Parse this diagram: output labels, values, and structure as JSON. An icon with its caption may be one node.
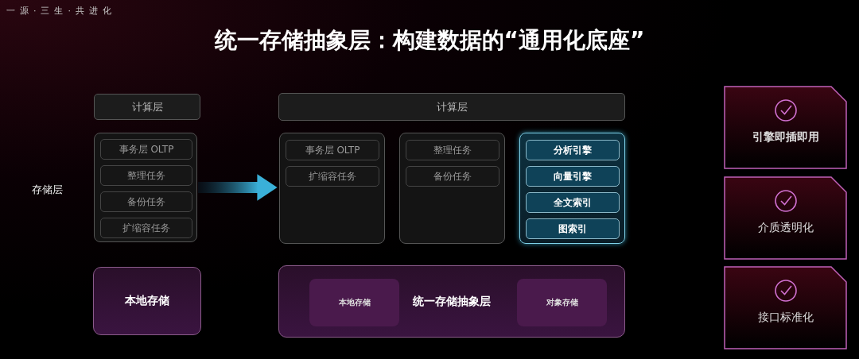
{
  "diagram": {
    "title": "统一存储抽象层：构建数据的“通用化底座”",
    "nodes": [
      {
        "text": [
          "计算层"
        ]
      },
      {
        "text": [],
        "shape": "box"
      },
      {
        "text": [
          "事务层 OLTP"
        ],
        "in": 1
      },
      {
        "text": [
          "整理任务"
        ],
        "in": 1
      },
      {
        "text": [
          "备份任务"
        ],
        "in": 1
      },
      {
        "text": [
          "扩缩容任务"
        ],
        "in": 1
      },
      {
        "text": [
          "本地存储"
        ]
      },
      {
        "text": [
          "计算层"
        ]
      },
      {
        "text": [],
        "shape": "box"
      },
      {
        "text": [
          "事务层 OLTP"
        ],
        "in": 8
      },
      {
        "text": [
          "扩缩容任务"
        ],
        "in": 8
      },
      {
        "text": [],
        "shape": "box"
      },
      {
        "text": [
          "整理任务"
        ],
        "in": 11
      },
      {
        "text": [
          "备份任务"
        ],
        "in": 11
      },
      {
        "text": [],
        "shape": "box"
      },
      {
        "text": [
          "分析引擎"
        ],
        "in": 14
      },
      {
        "text": [
          "向量引擎"
        ],
        "in": 14
      },
      {
        "text": [
          "全文索引"
        ],
        "in": 14
      },
      {
        "text": [
          "图索引"
        ],
        "in": 14
      },
      {
        "text": [
          "统一存储抽象层"
        ]
      },
      {
        "text": [
          "本地存储"
        ],
        "in": 19
      },
      {
        "text": [
          "对象存储"
        ],
        "in": 19
      },
      {
        "text": [
          "引擎即插即用"
        ]
      },
      {
        "text": [
          "介质透明化"
        ]
      },
      {
        "text": [
          "接口标准化"
        ]
      }
    ],
    "edges": [
      {
        "from": 1,
        "to": 8,
        "arrow": "to",
        "style": "thick"
      }
    ],
    "labels": [
      "一源·三生·共进化",
      "存储层"
    ]
  }
}
